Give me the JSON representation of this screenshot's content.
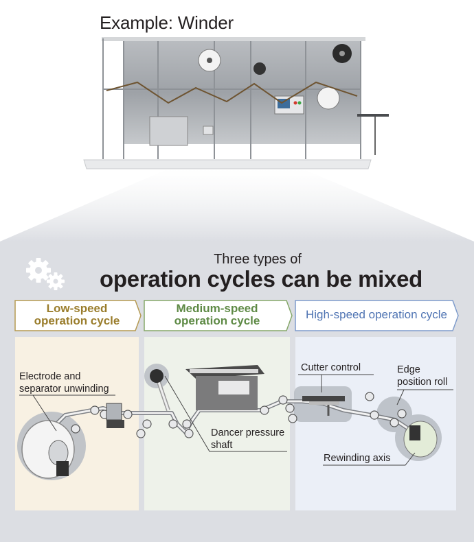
{
  "title": "Example: Winder",
  "heading": {
    "line1": "Three types of",
    "line2": "operation cycles can be mixed"
  },
  "stages": [
    {
      "label_line1": "Low-speed",
      "label_line2": "operation cycle",
      "color": "#9a7d2c",
      "zone_bg": "#f8f1e3"
    },
    {
      "label_line1": "Medium-speed",
      "label_line2": "operation cycle",
      "color": "#5e8a45",
      "zone_bg": "#eef2ea"
    },
    {
      "label_line1": "High-speed operation cycle",
      "color": "#4f74b3",
      "zone_bg": "#ebeff7"
    }
  ],
  "callouts": {
    "electrode_line1": "Electrode and",
    "electrode_line2": "separator unwinding",
    "dancer_line1": "Dancer pressure",
    "dancer_line2": "shaft",
    "cutter": "Cutter control",
    "edge_line1": "Edge",
    "edge_line2": "position roll",
    "rewinding": "Rewinding axis"
  },
  "icons": {
    "gears": "gears-icon"
  }
}
